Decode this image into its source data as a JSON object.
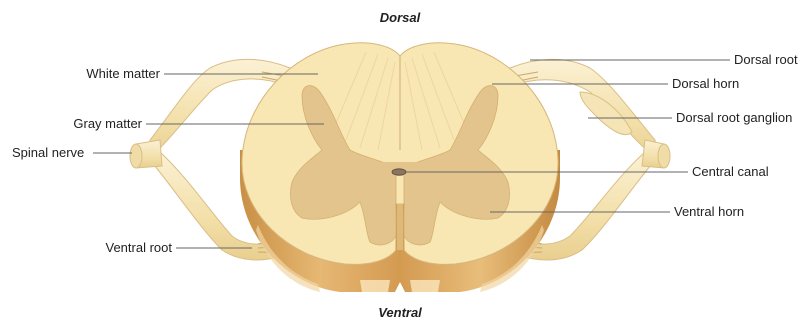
{
  "orientation": {
    "top": "Dorsal",
    "bottom": "Ventral"
  },
  "labels": {
    "white_matter": "White matter",
    "gray_matter": "Gray matter",
    "spinal_nerve": "Spinal nerve",
    "ventral_root": "Ventral root",
    "dorsal_root": "Dorsal root",
    "dorsal_horn": "Dorsal horn",
    "dorsal_root_ganglion": "Dorsal root ganglion",
    "central_canal": "Central canal",
    "ventral_horn": "Ventral horn"
  },
  "colors": {
    "white_matter": "#f8e6b3",
    "gray_matter": "#e2c48c",
    "cut_edge": "#dcaa63",
    "nerve": "#f6e8c0",
    "outline": "#d7b67d"
  }
}
